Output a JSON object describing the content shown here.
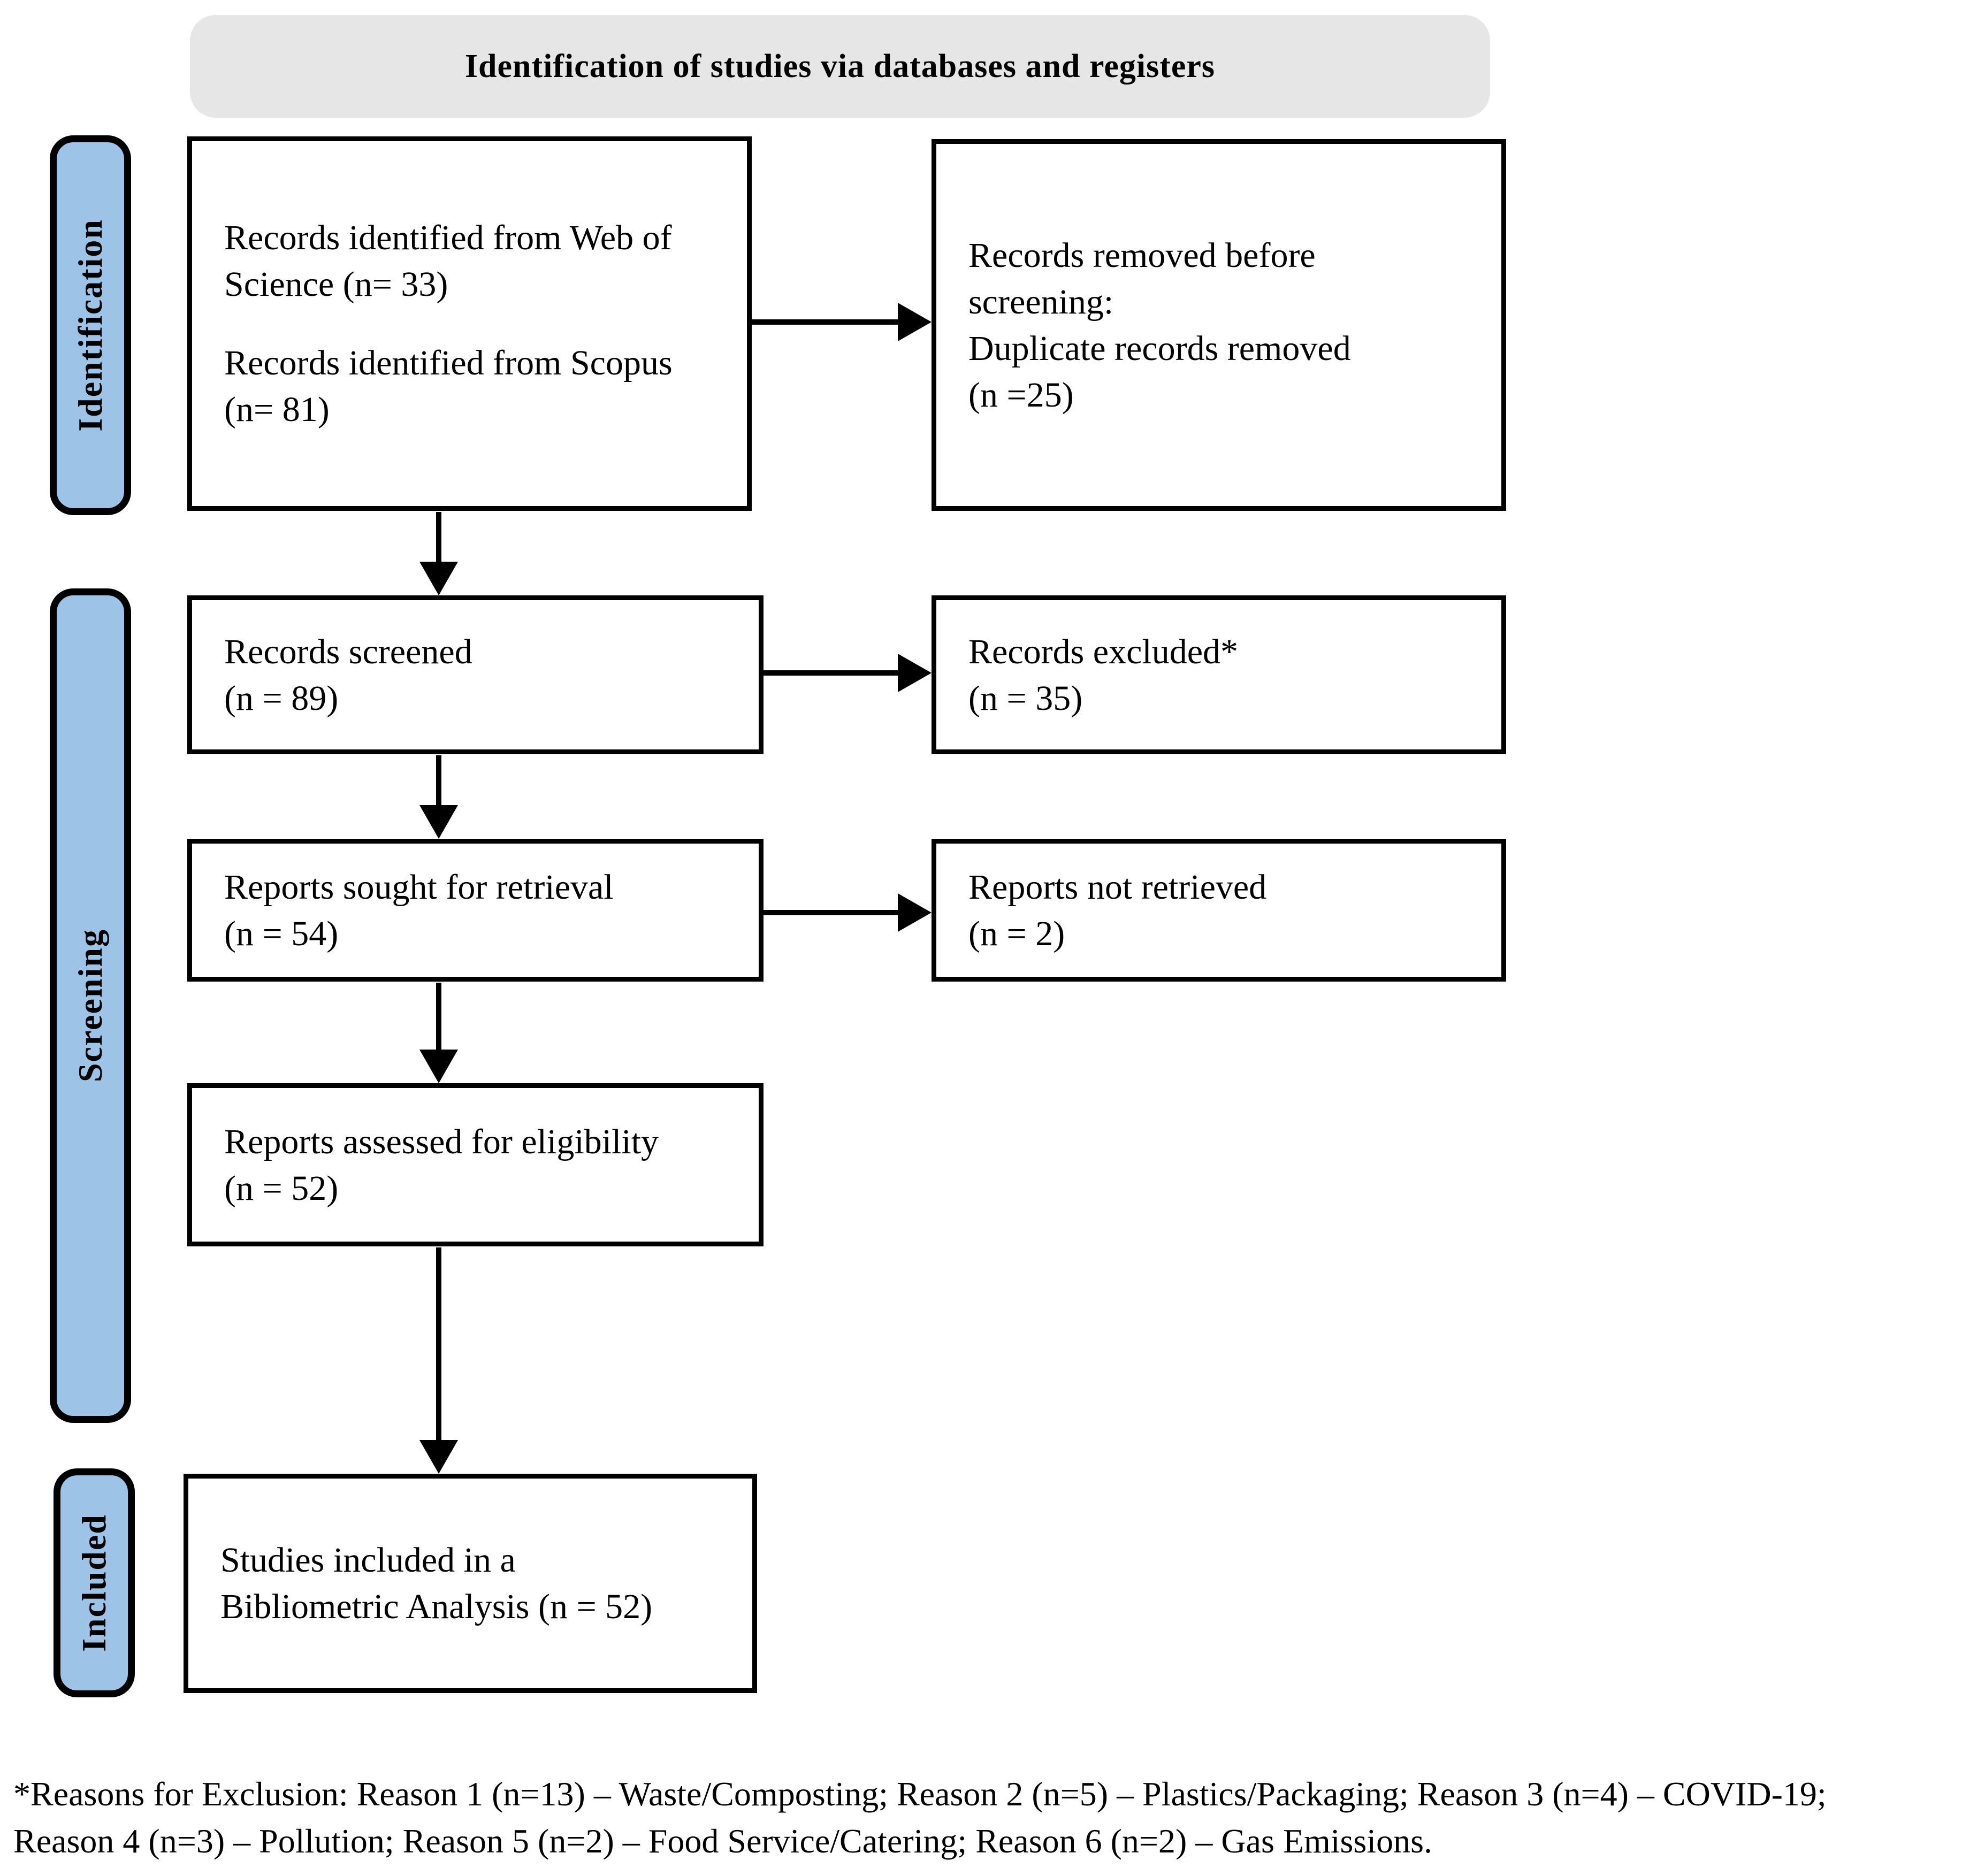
{
  "header": {
    "title": "Identification of studies via databases and registers"
  },
  "stages": {
    "identification": "Identification",
    "screening": "Screening",
    "included": "Included"
  },
  "boxes": {
    "records_identified": {
      "line1": "Records identified from Web of",
      "line2": "Science (n= 33)",
      "line3": "Records identified from Scopus",
      "line4": "(n= 81)"
    },
    "records_removed": {
      "line1": "Records removed before",
      "line2": "screening:",
      "line3": "Duplicate records removed",
      "line4": "(n =25)"
    },
    "records_screened": {
      "line1": "Records screened",
      "line2": "(n = 89)"
    },
    "records_excluded": {
      "line1": "Records excluded*",
      "line2": "(n = 35)"
    },
    "reports_sought": {
      "line1": "Reports sought for retrieval",
      "line2": "(n = 54)"
    },
    "reports_not_retrieved": {
      "line1": "Reports not retrieved",
      "line2": "(n = 2)"
    },
    "reports_assessed": {
      "line1": "Reports assessed for eligibility",
      "line2": "(n = 52)"
    },
    "studies_included": {
      "line1": "Studies included in a",
      "line2": "Bibliometric Analysis (n = 52)"
    }
  },
  "footnote": {
    "line1": "*Reasons for Exclusion: Reason 1 (n=13) – Waste/Composting; Reason 2 (n=5) – Plastics/Packaging; Reason 3 (n=4) – COVID-19;",
    "line2": "Reason 4 (n=3) – Pollution; Reason 5 (n=2) – Food Service/Catering; Reason 6 (n=2) – Gas Emissions."
  },
  "colors": {
    "stage_fill": "#9DC3E6",
    "stage_border": "#000000",
    "header_fill": "#E7E6E6",
    "box_border": "#000000",
    "arrow_color": "#000000",
    "text_color": "#000000"
  }
}
